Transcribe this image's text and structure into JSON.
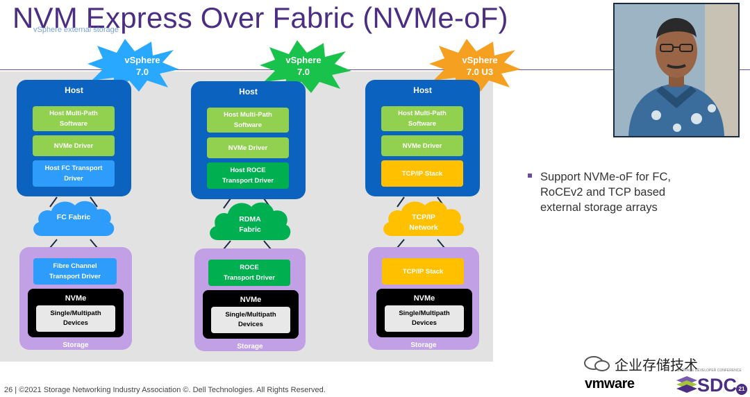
{
  "title": "NVM Express Over Fabric (NVMe-oF)",
  "subtitle": "vSphere external storage",
  "columns": [
    {
      "burst": "vSphere\n7.0",
      "burst_color": "#29a8ff",
      "host_title": "Host",
      "layers": [
        "Host Multi-Path\nSoftware",
        "NVMe Driver",
        "Host FC Transport\nDriver"
      ],
      "fabric": "FC Fabric",
      "fabric_color": "#2d9cfa",
      "storage_transport": "Fibre Channel\nTransport Driver",
      "nvme": "NVMe",
      "devices": "Single/Multipath\nDevices",
      "storage_label": "Storage"
    },
    {
      "burst": "vSphere\n7.0",
      "burst_color": "#19c24a",
      "host_title": "Host",
      "layers": [
        "Host Multi-Path\nSoftware",
        "NVMe Driver",
        "Host ROCE\nTransport Driver"
      ],
      "fabric": "RDMA\nFabric",
      "fabric_color": "#00b050",
      "storage_transport": "ROCE\nTransport Driver",
      "nvme": "NVMe",
      "devices": "Single/Multipath\nDevices",
      "storage_label": "Storage"
    },
    {
      "burst": "vSphere\n7.0 U3",
      "burst_color": "#f5a020",
      "host_title": "Host",
      "layers": [
        "Host Multi-Path\nSoftware",
        "NVMe Driver",
        "TCP/IP Stack"
      ],
      "fabric": "TCP/IP\nNetwork",
      "fabric_color": "#ffc000",
      "storage_transport": "TCP/IP Stack",
      "nvme": "NVMe",
      "devices": "Single/Multipath\nDevices",
      "storage_label": "Storage"
    }
  ],
  "bullet": "Support NVMe-oF for FC,\nRoCEv2 and TCP based\nexternal storage arrays",
  "footer": "26 | ©2021 Storage Networking Industry Association ©. Dell Technologies. All Rights Reserved.",
  "watermark": "企业存储技术",
  "vmware_logo": "vmware",
  "sdc_logo": "SDC",
  "sdc_logo_sub": "STORAGE DEVELOPER CONFERENCE",
  "sdc_logo_badge": "21",
  "colors": {
    "title": "#4b2e83",
    "host": "#0b63bf",
    "storage": "#c1a0e6",
    "accent": "#6a4ca0"
  }
}
